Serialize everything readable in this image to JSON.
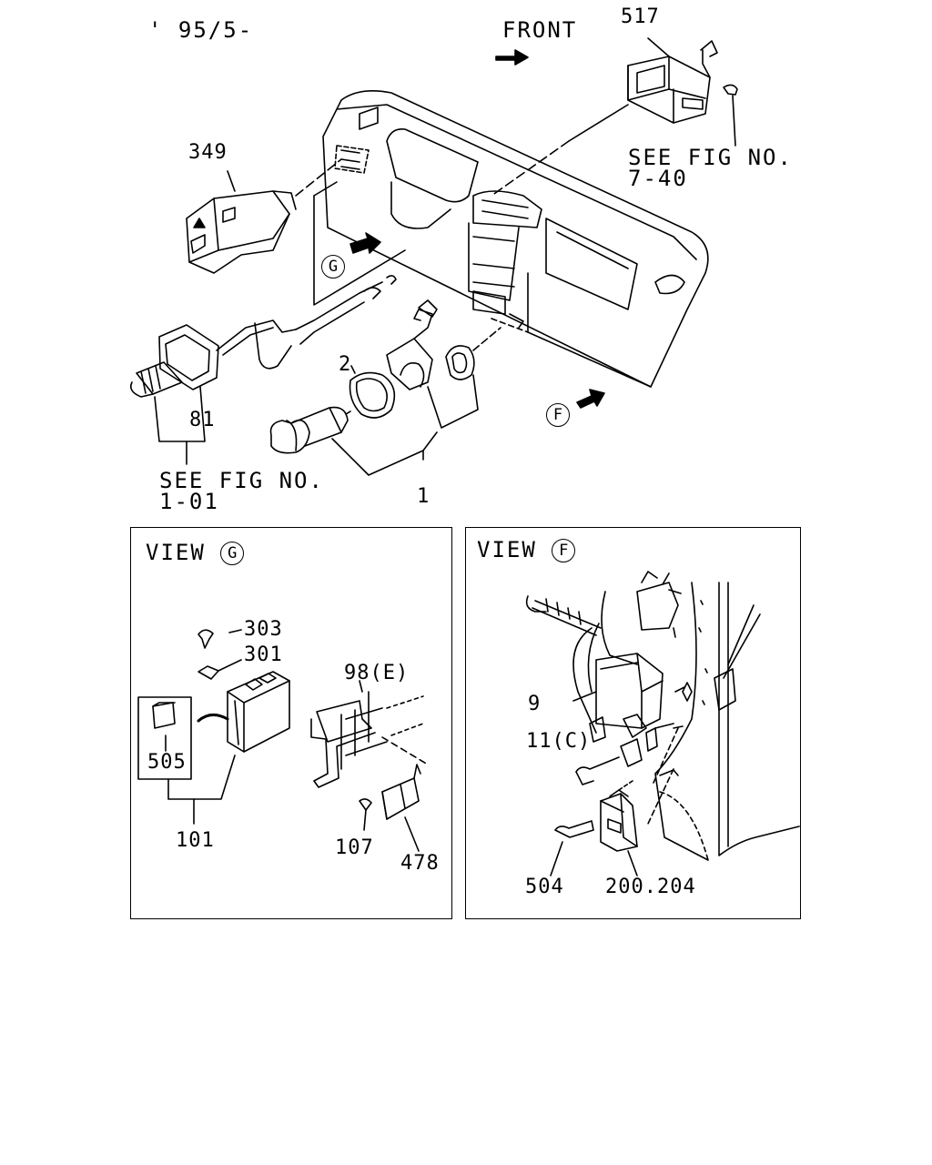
{
  "header": {
    "date_code": "' 95/5-",
    "front_label": "FRONT"
  },
  "callouts": {
    "p517": "517",
    "see_fig_740_a": "SEE FIG NO.",
    "see_fig_740_b": "7-40",
    "p349": "349",
    "p2": "2",
    "p81": "81",
    "p1": "1",
    "see_fig_101_a": "SEE FIG NO.",
    "see_fig_101_b": "1-01",
    "view_g_marker": "G",
    "view_f_marker": "F"
  },
  "view_g": {
    "title": "VIEW",
    "marker": "G",
    "parts": {
      "p303": "303",
      "p301": "301",
      "p98e": "98(E)",
      "p505": "505",
      "p101": "101",
      "p107": "107",
      "p478": "478"
    }
  },
  "view_f": {
    "title": "VIEW",
    "marker": "F",
    "parts": {
      "p9": "9",
      "p11c": "11(C)",
      "p504": "504",
      "p200_204": "200.204"
    }
  }
}
